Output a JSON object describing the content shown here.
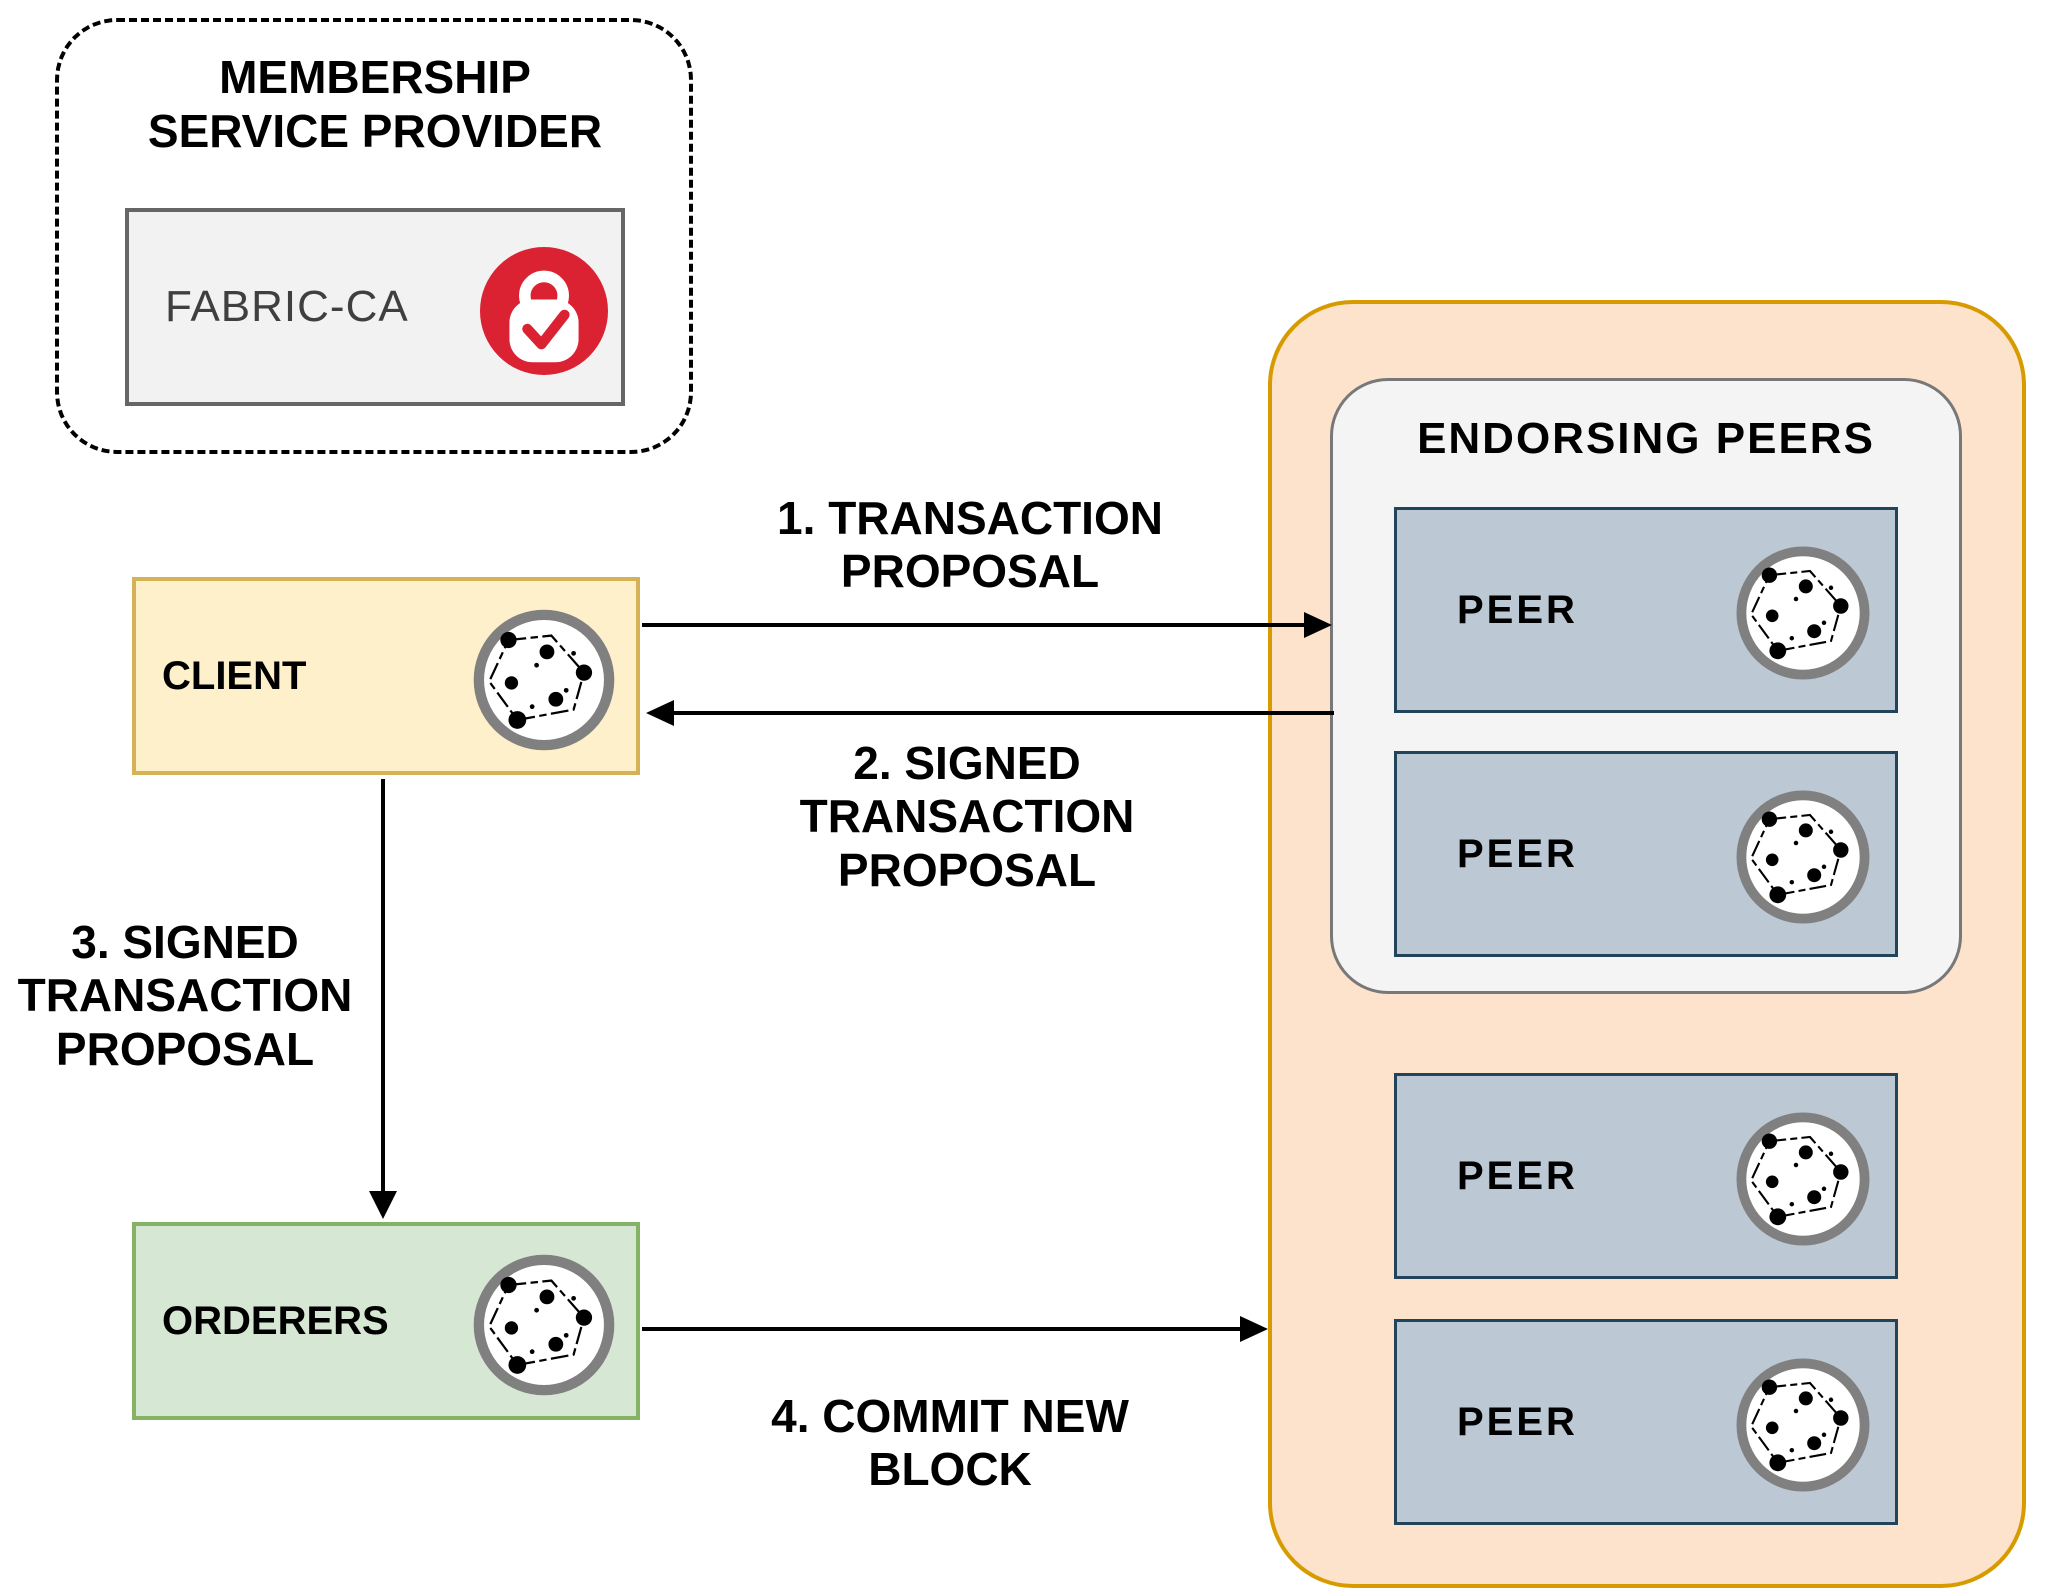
{
  "msp": {
    "title": "MEMBERSHIP SERVICE PROVIDER",
    "ca_label": "FABRIC-CA"
  },
  "client": {
    "label": "CLIENT"
  },
  "orderers": {
    "label": "ORDERERS"
  },
  "endorsing": {
    "title": "ENDORSING PEERS",
    "peers": [
      {
        "label": "PEER"
      },
      {
        "label": "PEER"
      }
    ]
  },
  "channel_peers": [
    {
      "label": "PEER"
    },
    {
      "label": "PEER"
    }
  ],
  "flows": {
    "f1": "1. TRANSACTION PROPOSAL",
    "f2": "2. SIGNED TRANSACTION PROPOSAL",
    "f3": "3. SIGNED TRANSACTION PROPOSAL",
    "f4": "4. COMMIT NEW BLOCK"
  },
  "icons": {
    "lock": "lock-check-icon",
    "network": "network-nodes-icon"
  },
  "colors": {
    "c-lock-red": "#DB2233",
    "c-client-fill": "#FEF0CA",
    "c-client-border": "#D5B157",
    "c-orderer-fill": "#D6E7D3",
    "c-orderer-border": "#84B365",
    "c-org-fill": "#FDE3CB",
    "c-org-border": "#D79B00",
    "c-endorse-fill": "#F4F4F4",
    "c-endorse-border": "#787878",
    "c-peer-fill": "#BCC9D4",
    "c-peer-border": "#21445A",
    "c-ca-fill": "#F2F2F2",
    "c-ca-border": "#666666",
    "c-arrow": "#000000"
  }
}
